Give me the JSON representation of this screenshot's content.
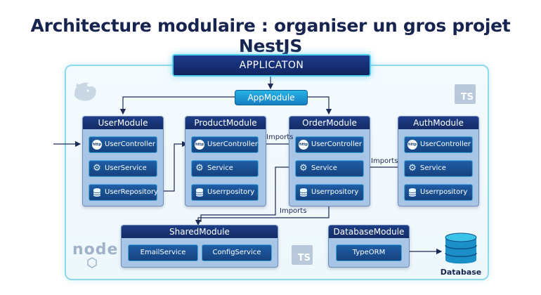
{
  "title": "Architecture modulaire : organiser un gros projet NestJS",
  "application": "APPLICATON",
  "app_module": "AppModule",
  "modules": {
    "user": {
      "title": "UserModule",
      "controller": "UserController",
      "service": "UserService",
      "repository": "UserRepository"
    },
    "product": {
      "title": "ProductModule",
      "controller": "UserController",
      "service": "Service",
      "repository": "Userrpository"
    },
    "order": {
      "title": "OrderModule",
      "controller": "UserController",
      "service": "Service",
      "repository": "Userrpository"
    },
    "auth": {
      "title": "AuthModule",
      "controller": "UserController",
      "service": "Service",
      "repository": "Userrpository"
    },
    "shared": {
      "title": "SharedModule",
      "email": "EmailService",
      "config": "ConfigService"
    },
    "database": {
      "title": "DatabaseModule",
      "orm": "TypeORM"
    }
  },
  "edges": {
    "imports_1": "Imports",
    "imports_2": "Imports",
    "imports_3": "Imports"
  },
  "database_label": "Database",
  "badges": {
    "ts": "TS",
    "http": "http",
    "node": "node"
  },
  "icons": [
    "nestjs-cat-icon",
    "typescript-icon",
    "nodejs-icon",
    "http-icon",
    "gear-icon",
    "database-icon"
  ],
  "colors": {
    "navy": "#142c67",
    "accent": "#4fd0f0",
    "module_bg": "#a9c5e6",
    "title": "#16244f"
  }
}
